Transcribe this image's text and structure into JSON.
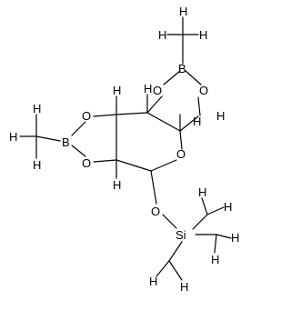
{
  "molecule": {
    "atoms": {
      "B_top": "B",
      "B_left": "B",
      "O_top_left": "O",
      "O_top_right": "O",
      "O_dioxole_upper": "O",
      "O_dioxole_lower": "O",
      "O_ring": "O",
      "O_anomeric": "O",
      "Si": "Si",
      "H_labels": "H"
    },
    "colors": {
      "bond": "#000000",
      "text": "#000000",
      "background": "#ffffff"
    }
  }
}
